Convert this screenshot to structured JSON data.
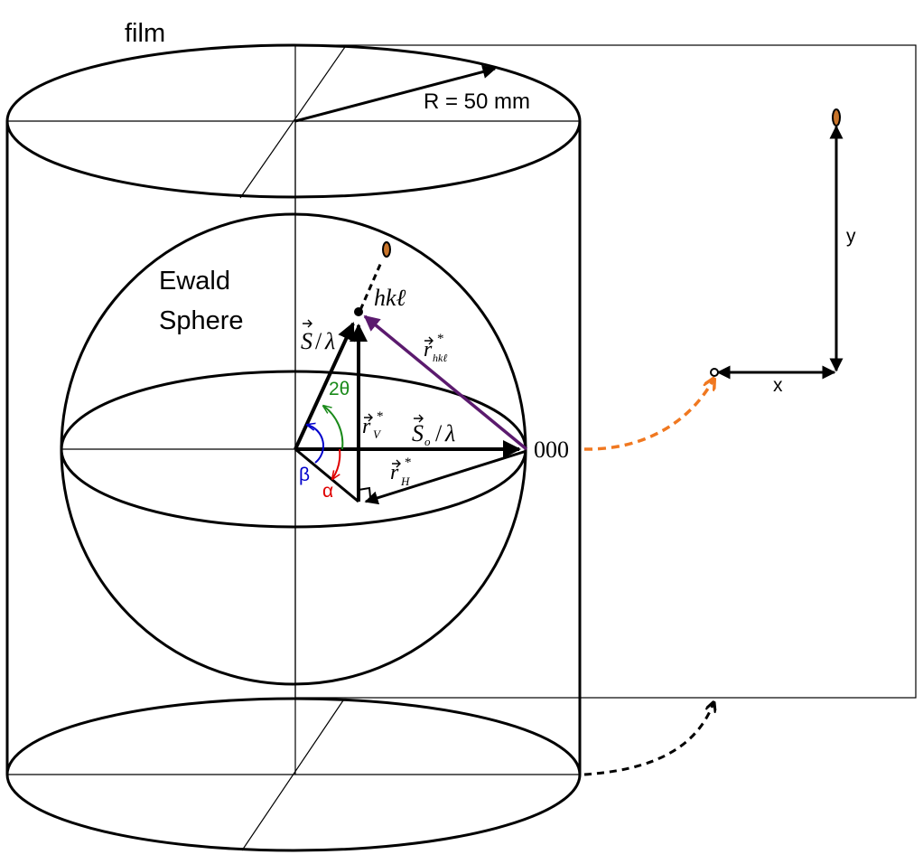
{
  "labels": {
    "film": "film",
    "radius": "R = 50 mm",
    "ewald_line1": "Ewald",
    "ewald_line2": "Sphere",
    "hkl": "hkℓ",
    "origin": "000",
    "two_theta": "2θ",
    "beta": "β",
    "alpha": "α",
    "x_axis": "x",
    "y_axis": "y"
  },
  "vectors": {
    "scattered": {
      "symbol": "S",
      "divisor": "λ"
    },
    "incident": {
      "symbol": "S",
      "subscript": "o",
      "divisor": "λ"
    },
    "reciprocal": {
      "symbol": "r",
      "superscript": "*",
      "subscript": "hkℓ"
    },
    "vertical": {
      "symbol": "r",
      "superscript": "*",
      "subscript": "V"
    },
    "horizontal": {
      "symbol": "r",
      "superscript": "*",
      "subscript": "H"
    }
  },
  "colors": {
    "line": "#000000",
    "reciprocal_vector": "#5b1a6e",
    "two_theta_arc": "#1a8a1a",
    "beta_arc": "#0000cc",
    "alpha_arc": "#e00000",
    "spot": "#c8742a",
    "projection_arrow": "#f07820"
  }
}
